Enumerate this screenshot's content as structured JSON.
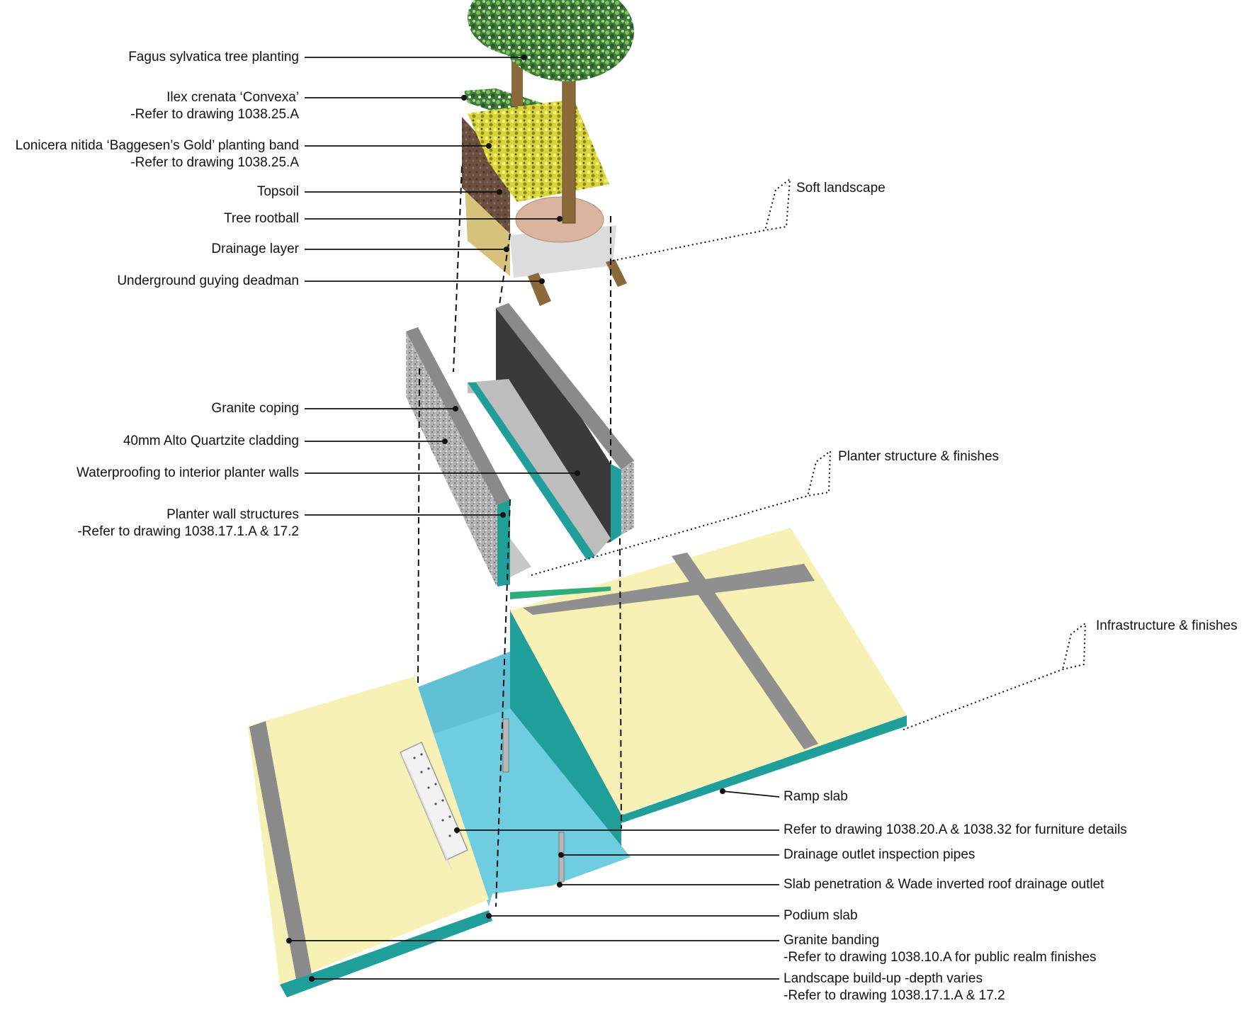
{
  "labels": {
    "fagus": "Fagus sylvatica tree planting",
    "ilex_1": "Ilex crenata ‘Convexa’",
    "ilex_2": "-Refer to drawing 1038.25.A",
    "lonicera_1": "Lonicera nitida ‘Baggesen’s Gold’ planting band",
    "lonicera_2": "-Refer to drawing 1038.25.A",
    "topsoil": "Topsoil",
    "rootball": "Tree rootball",
    "drainage_layer": "Drainage layer",
    "deadman": "Underground guying deadman",
    "granite_coping": "Granite coping",
    "cladding": "40mm Alto Quartzite cladding",
    "waterproofing": "Waterproofing to interior planter walls",
    "planter_wall_1": "Planter wall structures",
    "planter_wall_2": "-Refer to drawing 1038.17.1.A & 17.2",
    "ramp_slab": "Ramp slab",
    "furniture": "Refer to drawing 1038.20.A & 1038.32 for furniture details",
    "inspection": "Drainage outlet inspection pipes",
    "penetration": "Slab penetration & Wade inverted roof drainage outlet",
    "podium": "Podium slab",
    "banding_1": "Granite banding",
    "banding_2": "-Refer to drawing 1038.10.A for public realm finishes",
    "buildup_1": "Landscape build-up -depth varies",
    "buildup_2": "-Refer to drawing 1038.17.1.A & 17.2"
  },
  "groups": {
    "soft": "Soft landscape",
    "planter": "Planter structure & finishes",
    "infra": "Infrastructure & finishes"
  },
  "colors": {
    "sand": "#f8f1b5",
    "teal": "#1f9e9a",
    "cyan": "#6fcde0",
    "granite": "#8a8a8a",
    "soil": "#6b5040",
    "foliage_dark": "#3f7a3a",
    "foliage_yellow": "#d9d43a",
    "trunk": "#8a6a3a",
    "rootball": "#d9b49e",
    "membrane": "#3a3a3a",
    "line": "#111111"
  }
}
